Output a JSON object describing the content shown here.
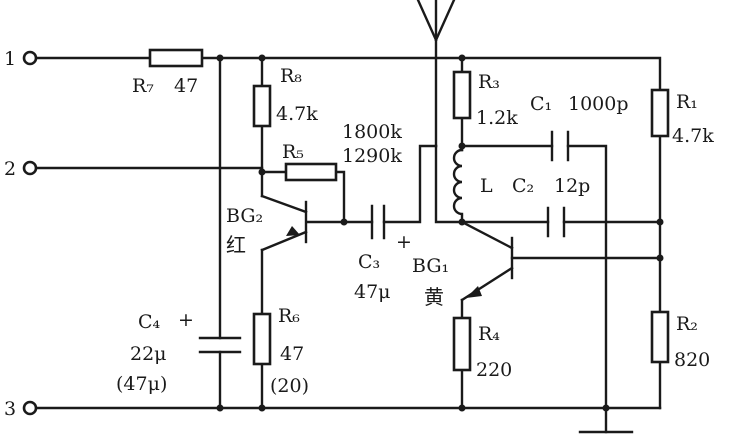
{
  "terminals": [
    "1",
    "2",
    "3"
  ],
  "components": {
    "R7": {
      "name": "R₇",
      "value": "47"
    },
    "R8": {
      "name": "R₈",
      "value": "4.7k"
    },
    "R5": {
      "name": "R₅",
      "value": "1800k",
      "alt": "1290k"
    },
    "R3": {
      "name": "R₃",
      "value": "1.2k"
    },
    "R1": {
      "name": "R₁",
      "value": "4.7k"
    },
    "C1": {
      "name": "C₁",
      "value": "1000p"
    },
    "C2": {
      "name": "C₂",
      "value": "12p"
    },
    "L": {
      "name": "L"
    },
    "C3": {
      "name": "C₃",
      "value": "47μ"
    },
    "BG2": {
      "name": "BG₂",
      "note": "红"
    },
    "BG1": {
      "name": "BG₁",
      "note": "黄"
    },
    "C4": {
      "name": "C₄",
      "value": "22μ",
      "alt": "(47μ)"
    },
    "R6": {
      "name": "R₆",
      "value": "47",
      "alt": "(20)"
    },
    "R4": {
      "name": "R₄",
      "value": "220"
    },
    "R2": {
      "name": "R₂",
      "value": "820"
    }
  },
  "polarity_mark": "+"
}
